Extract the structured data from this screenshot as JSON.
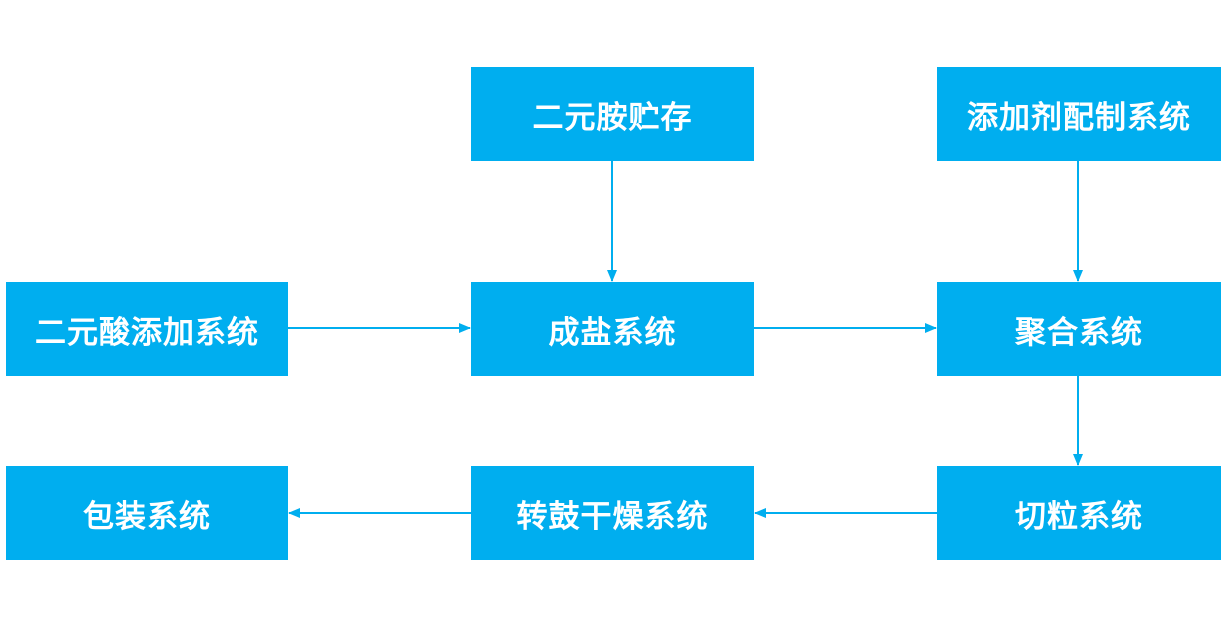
{
  "colors": {
    "box_fill": "#00aeef",
    "box_text": "#ffffff",
    "arrow": "#00aeef",
    "background": "#ffffff"
  },
  "nodes": {
    "diamine_storage": "二元胺贮存",
    "additive_prep": "添加剂配制系统",
    "diacid_feed": "二元酸添加系统",
    "salt_system": "成盐系统",
    "polymerization": "聚合系统",
    "packaging": "包装系统",
    "drum_drying": "转鼓干燥系统",
    "pelletizing": "切粒系统"
  },
  "edges": [
    {
      "from": "二元胺贮存",
      "to": "成盐系统"
    },
    {
      "from": "二元酸添加系统",
      "to": "成盐系统"
    },
    {
      "from": "成盐系统",
      "to": "聚合系统"
    },
    {
      "from": "添加剂配制系统",
      "to": "聚合系统"
    },
    {
      "from": "聚合系统",
      "to": "切粒系统"
    },
    {
      "from": "切粒系统",
      "to": "转鼓干燥系统"
    },
    {
      "from": "转鼓干燥系统",
      "to": "包装系统"
    }
  ]
}
